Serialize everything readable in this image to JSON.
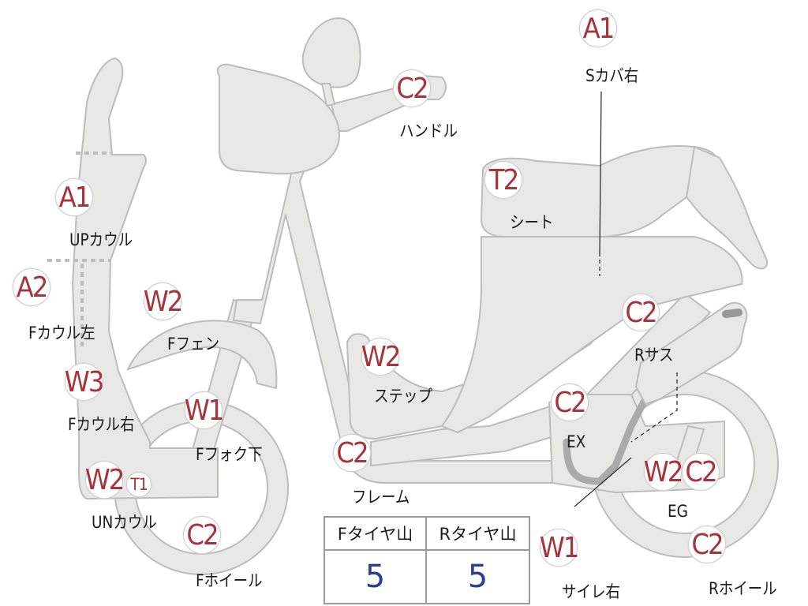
{
  "labels": {
    "s_cover_right": {
      "code": "A1",
      "text": "Sカバ右"
    },
    "handle": {
      "code": "C2",
      "text": "ハンドル"
    },
    "seat": {
      "code": "T2",
      "text": "シート"
    },
    "up_cowl": {
      "code": "A1",
      "text": "UPカウル"
    },
    "f_cowl_left": {
      "code": "A2",
      "text": "Fカウル左"
    },
    "f_fender": {
      "code": "W2",
      "text": "Fフェン"
    },
    "step": {
      "code": "W2",
      "text": "ステップ"
    },
    "r_suspension": {
      "code": "C2",
      "text": "Rサス"
    },
    "f_cowl_right": {
      "code": "W3",
      "text": "Fカウル右"
    },
    "f_fork_lower": {
      "code": "W1",
      "text": "Fフォク下"
    },
    "exhaust": {
      "code": "C2",
      "text": "EX"
    },
    "frame": {
      "code": "C2",
      "text": "フレーム"
    },
    "un_cowl": {
      "code": "W2",
      "code2": "T1",
      "text": "UNカウル"
    },
    "engine": {
      "code": "W2",
      "code2": "C2",
      "text": "EG"
    },
    "f_wheel": {
      "code": "C2",
      "text": "Fホイール"
    },
    "silencer_right": {
      "code": "W1",
      "text": "サイレ右"
    },
    "r_wheel": {
      "code": "C2",
      "text": "Rホイール"
    }
  },
  "tire_tread": {
    "front_header": "Fタイヤ山",
    "rear_header": "Rタイヤ山",
    "front_value": "5",
    "rear_value": "5"
  },
  "colors": {
    "part_fill": "#e8e8e6",
    "part_outline": "#bcbcba",
    "code_text": "#a8343a",
    "tread_value": "#2a3f93"
  }
}
